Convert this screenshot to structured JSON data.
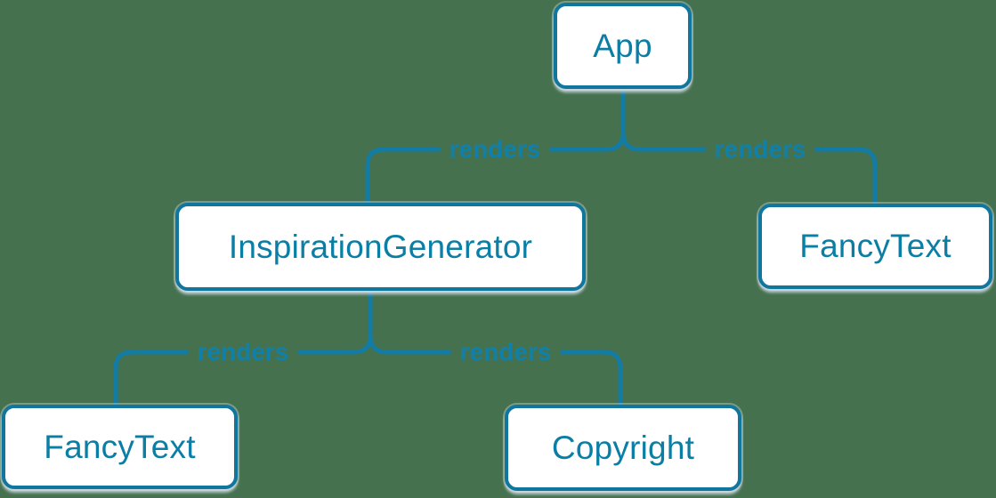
{
  "diagram": {
    "type": "component-render-tree",
    "colors": {
      "background": "#46714E",
      "accent": "#137CA4",
      "node_fill": "#FFFFFF",
      "node_border": "#11769E",
      "node_text": "#0A7EA4",
      "edge_label_text": "#1180A8"
    },
    "nodes": [
      {
        "id": "app",
        "label": "App"
      },
      {
        "id": "inspiration-generator",
        "label": "InspirationGenerator"
      },
      {
        "id": "fancy-text-top",
        "label": "FancyText"
      },
      {
        "id": "fancy-text-bottom",
        "label": "FancyText"
      },
      {
        "id": "copyright",
        "label": "Copyright"
      }
    ],
    "edges": [
      {
        "from": "App",
        "to": "InspirationGenerator",
        "label": "renders"
      },
      {
        "from": "App",
        "to": "FancyText",
        "label": "renders"
      },
      {
        "from": "InspirationGenerator",
        "to": "FancyText",
        "label": "renders"
      },
      {
        "from": "InspirationGenerator",
        "to": "Copyright",
        "label": "renders"
      }
    ]
  }
}
